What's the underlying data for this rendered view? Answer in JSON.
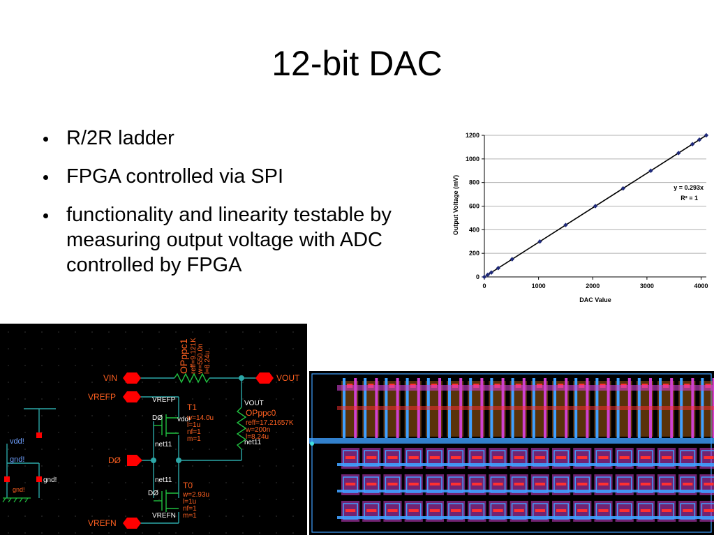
{
  "slide": {
    "title": "12-bit DAC",
    "bullets": [
      "R/2R ladder",
      "FPGA controlled via SPI",
      "functionality and linearity testable by measuring output voltage with ADC controlled by FPGA"
    ]
  },
  "chart_data": {
    "type": "scatter",
    "xlabel": "DAC Value",
    "ylabel": "Output Voltage (mV)",
    "xlim": [
      0,
      4096
    ],
    "ylim": [
      0,
      1200
    ],
    "xticks": [
      0,
      1000,
      2000,
      3000,
      4000
    ],
    "yticks": [
      0,
      200,
      400,
      600,
      800,
      1000,
      1200
    ],
    "grid": "horizontal",
    "annotations": [
      "y = 0.293x",
      "R² = 1"
    ],
    "trendline": {
      "slope": 0.293,
      "intercept": 0
    },
    "colors": {
      "points": "#1f2a7a",
      "line": "#000000",
      "grid": "#b0b0b0"
    },
    "points": [
      {
        "x": 0,
        "y": 0
      },
      {
        "x": 64,
        "y": 19
      },
      {
        "x": 128,
        "y": 37
      },
      {
        "x": 256,
        "y": 75
      },
      {
        "x": 512,
        "y": 150
      },
      {
        "x": 1024,
        "y": 300
      },
      {
        "x": 1500,
        "y": 440
      },
      {
        "x": 2048,
        "y": 600
      },
      {
        "x": 2560,
        "y": 750
      },
      {
        "x": 3072,
        "y": 900
      },
      {
        "x": 3584,
        "y": 1050
      },
      {
        "x": 3840,
        "y": 1125
      },
      {
        "x": 3968,
        "y": 1163
      },
      {
        "x": 4095,
        "y": 1200
      }
    ]
  },
  "schematic": {
    "colors": {
      "background": "#000000",
      "wire": "#2ca7a7",
      "pin": "#ff0000",
      "component": "#ff6020",
      "label": "#ffffff",
      "symbol": "#20c040"
    },
    "pins": [
      "VIN",
      "VREFP",
      "D0",
      "VREFN",
      "VOUT"
    ],
    "net_labels": [
      "VREFP",
      "VOUT",
      "DØ",
      "net11",
      "net11",
      "DØ",
      "VREFN",
      "net11",
      "vdd!",
      "gnd!",
      "vdd!",
      "gnd!",
      "gnd!"
    ],
    "components": [
      {
        "name": "OPppc1",
        "params": [
          "reff=9.121K",
          "w=550.0n",
          "l=8.24u"
        ]
      },
      {
        "name": "T1",
        "params": [
          "w=14.0u",
          "l=1u",
          "nf=1",
          "m=1"
        ]
      },
      {
        "name": "OPppc0",
        "params": [
          "reff=17.21657K",
          "w=200n",
          "l=8.24u"
        ]
      },
      {
        "name": "T0",
        "params": [
          "w=2.93u",
          "l=1u",
          "nf=1",
          "m=1"
        ]
      }
    ]
  },
  "layout_view": {
    "colors": {
      "background": "#000000",
      "metal1": "#3fa0ff",
      "metal2": "#d040d0",
      "poly": "#ff3030",
      "diffusion": "#ff9020",
      "via": "#40e0e0"
    }
  }
}
